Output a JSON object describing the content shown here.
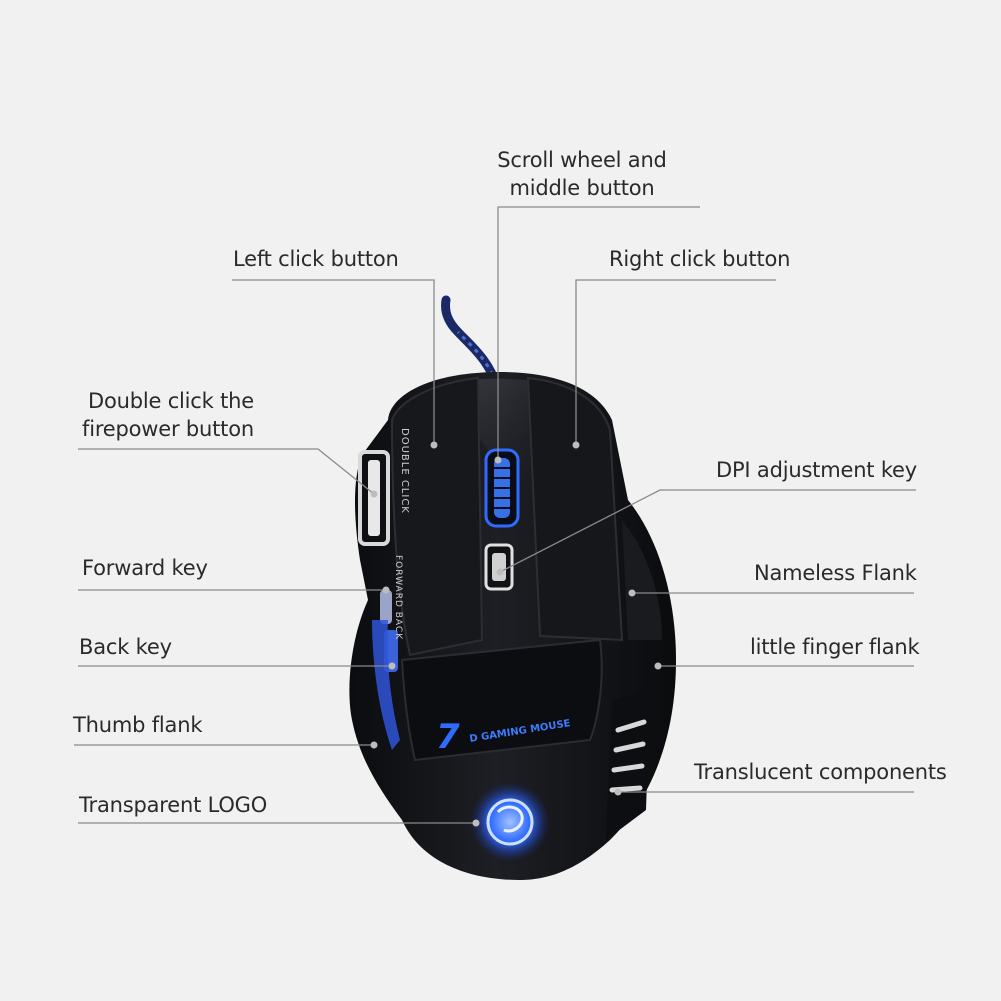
{
  "labels": {
    "scroll_wheel": [
      "Scroll wheel and",
      "middle button"
    ],
    "left_click": "Left click button",
    "right_click": "Right click button",
    "double_click": [
      "Double click the",
      "firepower button"
    ],
    "dpi_key": "DPI adjustment key",
    "forward_key": "Forward key",
    "nameless_flank": "Nameless Flank",
    "back_key": "Back key",
    "little_finger_flank": "little finger flank",
    "thumb_flank": "Thumb flank",
    "translucent_components": "Translucent components",
    "transparent_logo": "Transparent LOGO"
  },
  "mouse_text": {
    "double_click_print": "DOUBLE CLICK",
    "forward_back_print": "FORWARD BACK",
    "brand_number": "7",
    "brand_text": "D GAMING MOUSE"
  },
  "colors": {
    "background": "#f1f1f1",
    "mouse_body": "#121316",
    "glow_blue": "#2f6bff",
    "leader_line": "#8a8a8a",
    "label_text": "#2a2a2a"
  }
}
